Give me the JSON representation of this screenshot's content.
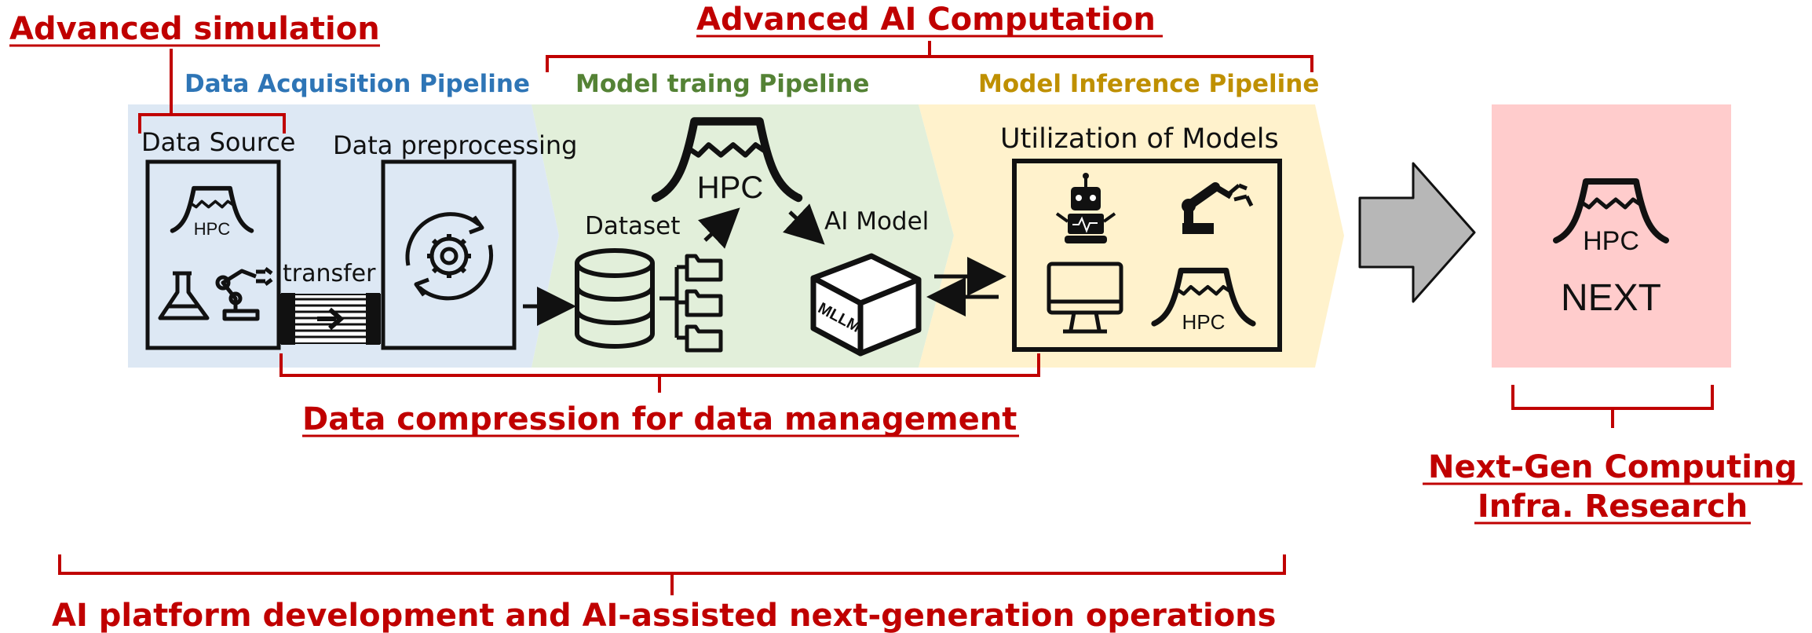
{
  "labels": {
    "advanced_simulation": "Advanced simulation",
    "advanced_ai": "Advanced AI Computation",
    "data_compression": "Data compression for data management",
    "next_gen_1": "Next-Gen Computing",
    "next_gen_2": "Infra. Research",
    "ai_platform": "AI platform development and AI-assisted next-generation operations"
  },
  "pipelines": {
    "acquisition": "Data Acquisition Pipeline",
    "training": "Model traing Pipeline",
    "inference": "Model Inference Pipeline"
  },
  "nodes": {
    "data_source": "Data Source",
    "data_preprocessing": "Data preprocessing",
    "transfer": "transfer",
    "dataset": "Dataset",
    "ai_model": "AI Model",
    "mllm": "MLLM",
    "utilization": "Utilization of Models",
    "hpc": "HPC",
    "next": "NEXT"
  },
  "colors": {
    "accent_red": "#c00000",
    "acquisition_bg": "#dde8f4",
    "acquisition_text": "#2e75b6",
    "training_bg": "#e2efda",
    "training_text": "#548235",
    "inference_bg": "#fff2cc",
    "inference_text": "#bf9000",
    "next_bg": "#ffcccc",
    "arrow_gray": "#b7b7b7"
  }
}
